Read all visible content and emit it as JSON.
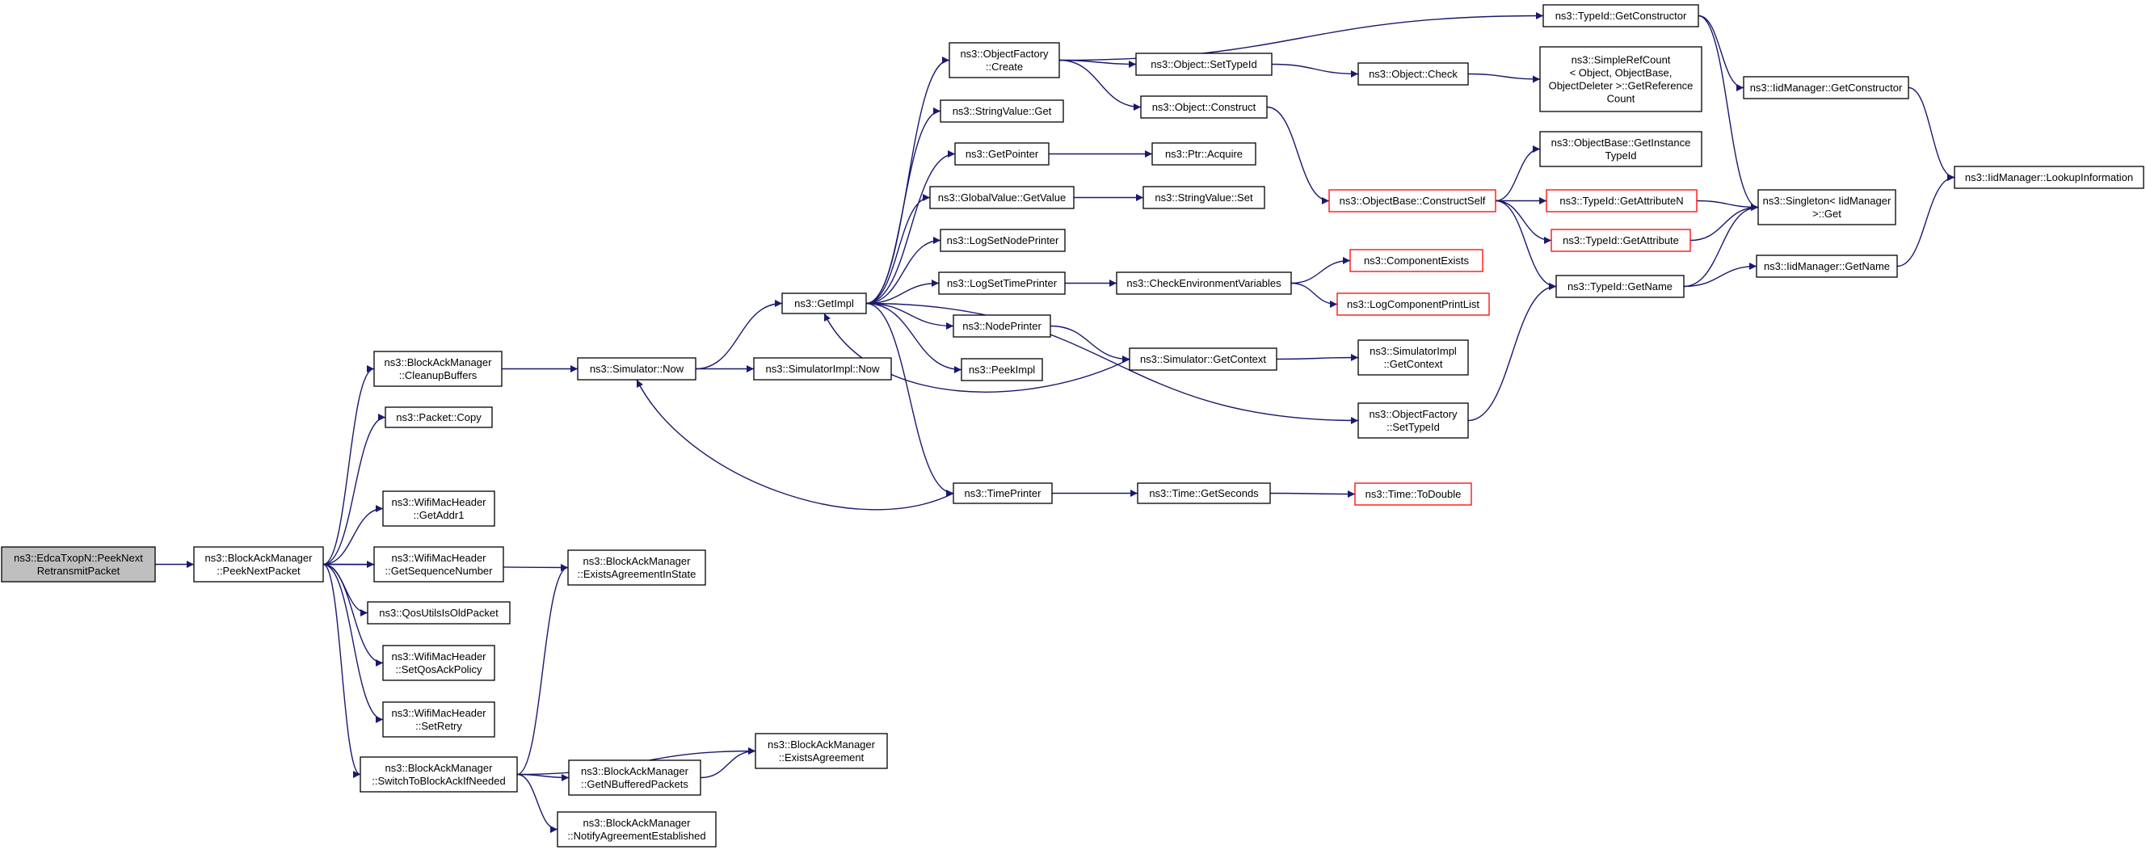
{
  "colors": {
    "edge": "#191970",
    "root_fill": "#bfbfbf",
    "truncated_border": "#ff0000",
    "border": "#000000"
  },
  "nodes": [
    {
      "id": "peekRetransmit",
      "lines": [
        "ns3::EdcaTxopN::PeekNext",
        "RetransmitPacket"
      ],
      "style": "root"
    },
    {
      "id": "peekNextPacket",
      "lines": [
        "ns3::BlockAckManager",
        "::PeekNextPacket"
      ]
    },
    {
      "id": "cleanupBuffers",
      "lines": [
        "ns3::BlockAckManager",
        "::CleanupBuffers"
      ]
    },
    {
      "id": "packetCopy",
      "lines": [
        "ns3::Packet::Copy"
      ]
    },
    {
      "id": "getAddr1",
      "lines": [
        "ns3::WifiMacHeader",
        "::GetAddr1"
      ]
    },
    {
      "id": "getSeqNum",
      "lines": [
        "ns3::WifiMacHeader",
        "::GetSequenceNumber"
      ]
    },
    {
      "id": "qosOld",
      "lines": [
        "ns3::QosUtilsIsOldPacket"
      ]
    },
    {
      "id": "setQosAck",
      "lines": [
        "ns3::WifiMacHeader",
        "::SetQosAckPolicy"
      ]
    },
    {
      "id": "setRetry",
      "lines": [
        "ns3::WifiMacHeader",
        "::SetRetry"
      ]
    },
    {
      "id": "switchBA",
      "lines": [
        "ns3::BlockAckManager",
        "::SwitchToBlockAckIfNeeded"
      ]
    },
    {
      "id": "existsInState",
      "lines": [
        "ns3::BlockAckManager",
        "::ExistsAgreementInState"
      ]
    },
    {
      "id": "simNow",
      "lines": [
        "ns3::Simulator::Now"
      ]
    },
    {
      "id": "simImplNow",
      "lines": [
        "ns3::SimulatorImpl::Now"
      ]
    },
    {
      "id": "existsAgreement",
      "lines": [
        "ns3::BlockAckManager",
        "::ExistsAgreement"
      ]
    },
    {
      "id": "getNBuffered",
      "lines": [
        "ns3::BlockAckManager",
        "::GetNBufferedPackets"
      ]
    },
    {
      "id": "notifyEstablished",
      "lines": [
        "ns3::BlockAckManager",
        "::NotifyAgreementEstablished"
      ]
    },
    {
      "id": "getImpl",
      "lines": [
        "ns3::GetImpl"
      ]
    },
    {
      "id": "ofCreate",
      "lines": [
        "ns3::ObjectFactory",
        "::Create"
      ]
    },
    {
      "id": "strGet",
      "lines": [
        "ns3::StringValue::Get"
      ]
    },
    {
      "id": "getPointer",
      "lines": [
        "ns3::GetPointer"
      ]
    },
    {
      "id": "gvGetValue",
      "lines": [
        "ns3::GlobalValue::GetValue"
      ]
    },
    {
      "id": "logSetNode",
      "lines": [
        "ns3::LogSetNodePrinter"
      ]
    },
    {
      "id": "logSetTime",
      "lines": [
        "ns3::LogSetTimePrinter"
      ]
    },
    {
      "id": "nodePrinter",
      "lines": [
        "ns3::NodePrinter"
      ]
    },
    {
      "id": "peekImpl",
      "lines": [
        "ns3::PeekImpl"
      ]
    },
    {
      "id": "timePrinter",
      "lines": [
        "ns3::TimePrinter"
      ]
    },
    {
      "id": "objSetTypeId",
      "lines": [
        "ns3::Object::SetTypeId"
      ]
    },
    {
      "id": "objConstruct",
      "lines": [
        "ns3::Object::Construct"
      ]
    },
    {
      "id": "ptrAcquire",
      "lines": [
        "ns3::Ptr::Acquire"
      ]
    },
    {
      "id": "strSet",
      "lines": [
        "ns3::StringValue::Set"
      ]
    },
    {
      "id": "checkEnv",
      "lines": [
        "ns3::CheckEnvironmentVariables"
      ]
    },
    {
      "id": "simGetContext",
      "lines": [
        "ns3::Simulator::GetContext"
      ]
    },
    {
      "id": "timeGetSeconds",
      "lines": [
        "ns3::Time::GetSeconds"
      ]
    },
    {
      "id": "typeIdGetCtor",
      "lines": [
        "ns3::TypeId::GetConstructor"
      ]
    },
    {
      "id": "objCheck",
      "lines": [
        "ns3::Object::Check"
      ]
    },
    {
      "id": "constructSelf",
      "lines": [
        "ns3::ObjectBase::ConstructSelf"
      ],
      "style": "red"
    },
    {
      "id": "componentExists",
      "lines": [
        "ns3::ComponentExists"
      ],
      "style": "red"
    },
    {
      "id": "logCompList",
      "lines": [
        "ns3::LogComponentPrintList"
      ],
      "style": "red"
    },
    {
      "id": "simImplGetContext",
      "lines": [
        "ns3::SimulatorImpl",
        "::GetContext"
      ]
    },
    {
      "id": "ofSetTypeId",
      "lines": [
        "ns3::ObjectFactory",
        "::SetTypeId"
      ]
    },
    {
      "id": "timeToDouble",
      "lines": [
        "ns3::Time::ToDouble"
      ],
      "style": "red"
    },
    {
      "id": "simpleRefCount",
      "lines": [
        "ns3::SimpleRefCount",
        "< Object, ObjectBase,",
        "ObjectDeleter >::GetReference",
        "Count"
      ]
    },
    {
      "id": "obGetInstance",
      "lines": [
        "ns3::ObjectBase::GetInstance",
        "TypeId"
      ]
    },
    {
      "id": "tidGetAttrN",
      "lines": [
        "ns3::TypeId::GetAttributeN"
      ],
      "style": "red"
    },
    {
      "id": "tidGetAttr",
      "lines": [
        "ns3::TypeId::GetAttribute"
      ],
      "style": "red"
    },
    {
      "id": "tidGetName",
      "lines": [
        "ns3::TypeId::GetName"
      ]
    },
    {
      "id": "iidGetCtor",
      "lines": [
        "ns3::IidManager::GetConstructor"
      ]
    },
    {
      "id": "singleton",
      "lines": [
        "ns3::Singleton< IidManager",
        ">::Get"
      ]
    },
    {
      "id": "iidGetName",
      "lines": [
        "ns3::IidManager::GetName"
      ]
    },
    {
      "id": "iidLookup",
      "lines": [
        "ns3::IidManager::LookupInformation"
      ]
    }
  ],
  "edges": [
    [
      "peekRetransmit",
      "peekNextPacket"
    ],
    [
      "peekNextPacket",
      "cleanupBuffers"
    ],
    [
      "peekNextPacket",
      "packetCopy"
    ],
    [
      "peekNextPacket",
      "existsInState"
    ],
    [
      "peekNextPacket",
      "getAddr1"
    ],
    [
      "peekNextPacket",
      "getSeqNum"
    ],
    [
      "peekNextPacket",
      "qosOld"
    ],
    [
      "peekNextPacket",
      "setQosAck"
    ],
    [
      "peekNextPacket",
      "setRetry"
    ],
    [
      "peekNextPacket",
      "switchBA"
    ],
    [
      "cleanupBuffers",
      "simNow"
    ],
    [
      "simNow",
      "getImpl"
    ],
    [
      "simNow",
      "simImplNow"
    ],
    [
      "switchBA",
      "existsInState"
    ],
    [
      "switchBA",
      "existsAgreement"
    ],
    [
      "switchBA",
      "getNBuffered"
    ],
    [
      "switchBA",
      "notifyEstablished"
    ],
    [
      "getNBuffered",
      "existsAgreement"
    ],
    [
      "getImpl",
      "ofCreate"
    ],
    [
      "getImpl",
      "strGet"
    ],
    [
      "getImpl",
      "getPointer"
    ],
    [
      "getImpl",
      "gvGetValue"
    ],
    [
      "getImpl",
      "logSetNode"
    ],
    [
      "getImpl",
      "logSetTime"
    ],
    [
      "getImpl",
      "nodePrinter"
    ],
    [
      "getImpl",
      "peekImpl"
    ],
    [
      "getImpl",
      "timePrinter"
    ],
    [
      "getImpl",
      "ofSetTypeId"
    ],
    [
      "simGetContext",
      "getImpl"
    ],
    [
      "timePrinter",
      "simNow"
    ],
    [
      "timePrinter",
      "timeGetSeconds"
    ],
    [
      "ofCreate",
      "typeIdGetCtor"
    ],
    [
      "ofCreate",
      "objSetTypeId"
    ],
    [
      "ofCreate",
      "objConstruct"
    ],
    [
      "getPointer",
      "ptrAcquire"
    ],
    [
      "gvGetValue",
      "strSet"
    ],
    [
      "logSetTime",
      "checkEnv"
    ],
    [
      "nodePrinter",
      "simGetContext"
    ],
    [
      "objSetTypeId",
      "objCheck"
    ],
    [
      "objConstruct",
      "constructSelf"
    ],
    [
      "checkEnv",
      "componentExists"
    ],
    [
      "checkEnv",
      "logCompList"
    ],
    [
      "simGetContext",
      "simImplGetContext"
    ],
    [
      "timeGetSeconds",
      "timeToDouble"
    ],
    [
      "objCheck",
      "simpleRefCount"
    ],
    [
      "constructSelf",
      "obGetInstance"
    ],
    [
      "constructSelf",
      "tidGetAttrN"
    ],
    [
      "constructSelf",
      "tidGetAttr"
    ],
    [
      "constructSelf",
      "tidGetName"
    ],
    [
      "ofSetTypeId",
      "tidGetName"
    ],
    [
      "typeIdGetCtor",
      "iidGetCtor"
    ],
    [
      "typeIdGetCtor",
      "singleton"
    ],
    [
      "tidGetAttrN",
      "singleton"
    ],
    [
      "tidGetAttr",
      "singleton"
    ],
    [
      "tidGetName",
      "singleton"
    ],
    [
      "tidGetName",
      "iidGetName"
    ],
    [
      "iidGetCtor",
      "iidLookup"
    ],
    [
      "iidGetName",
      "iidLookup"
    ]
  ]
}
